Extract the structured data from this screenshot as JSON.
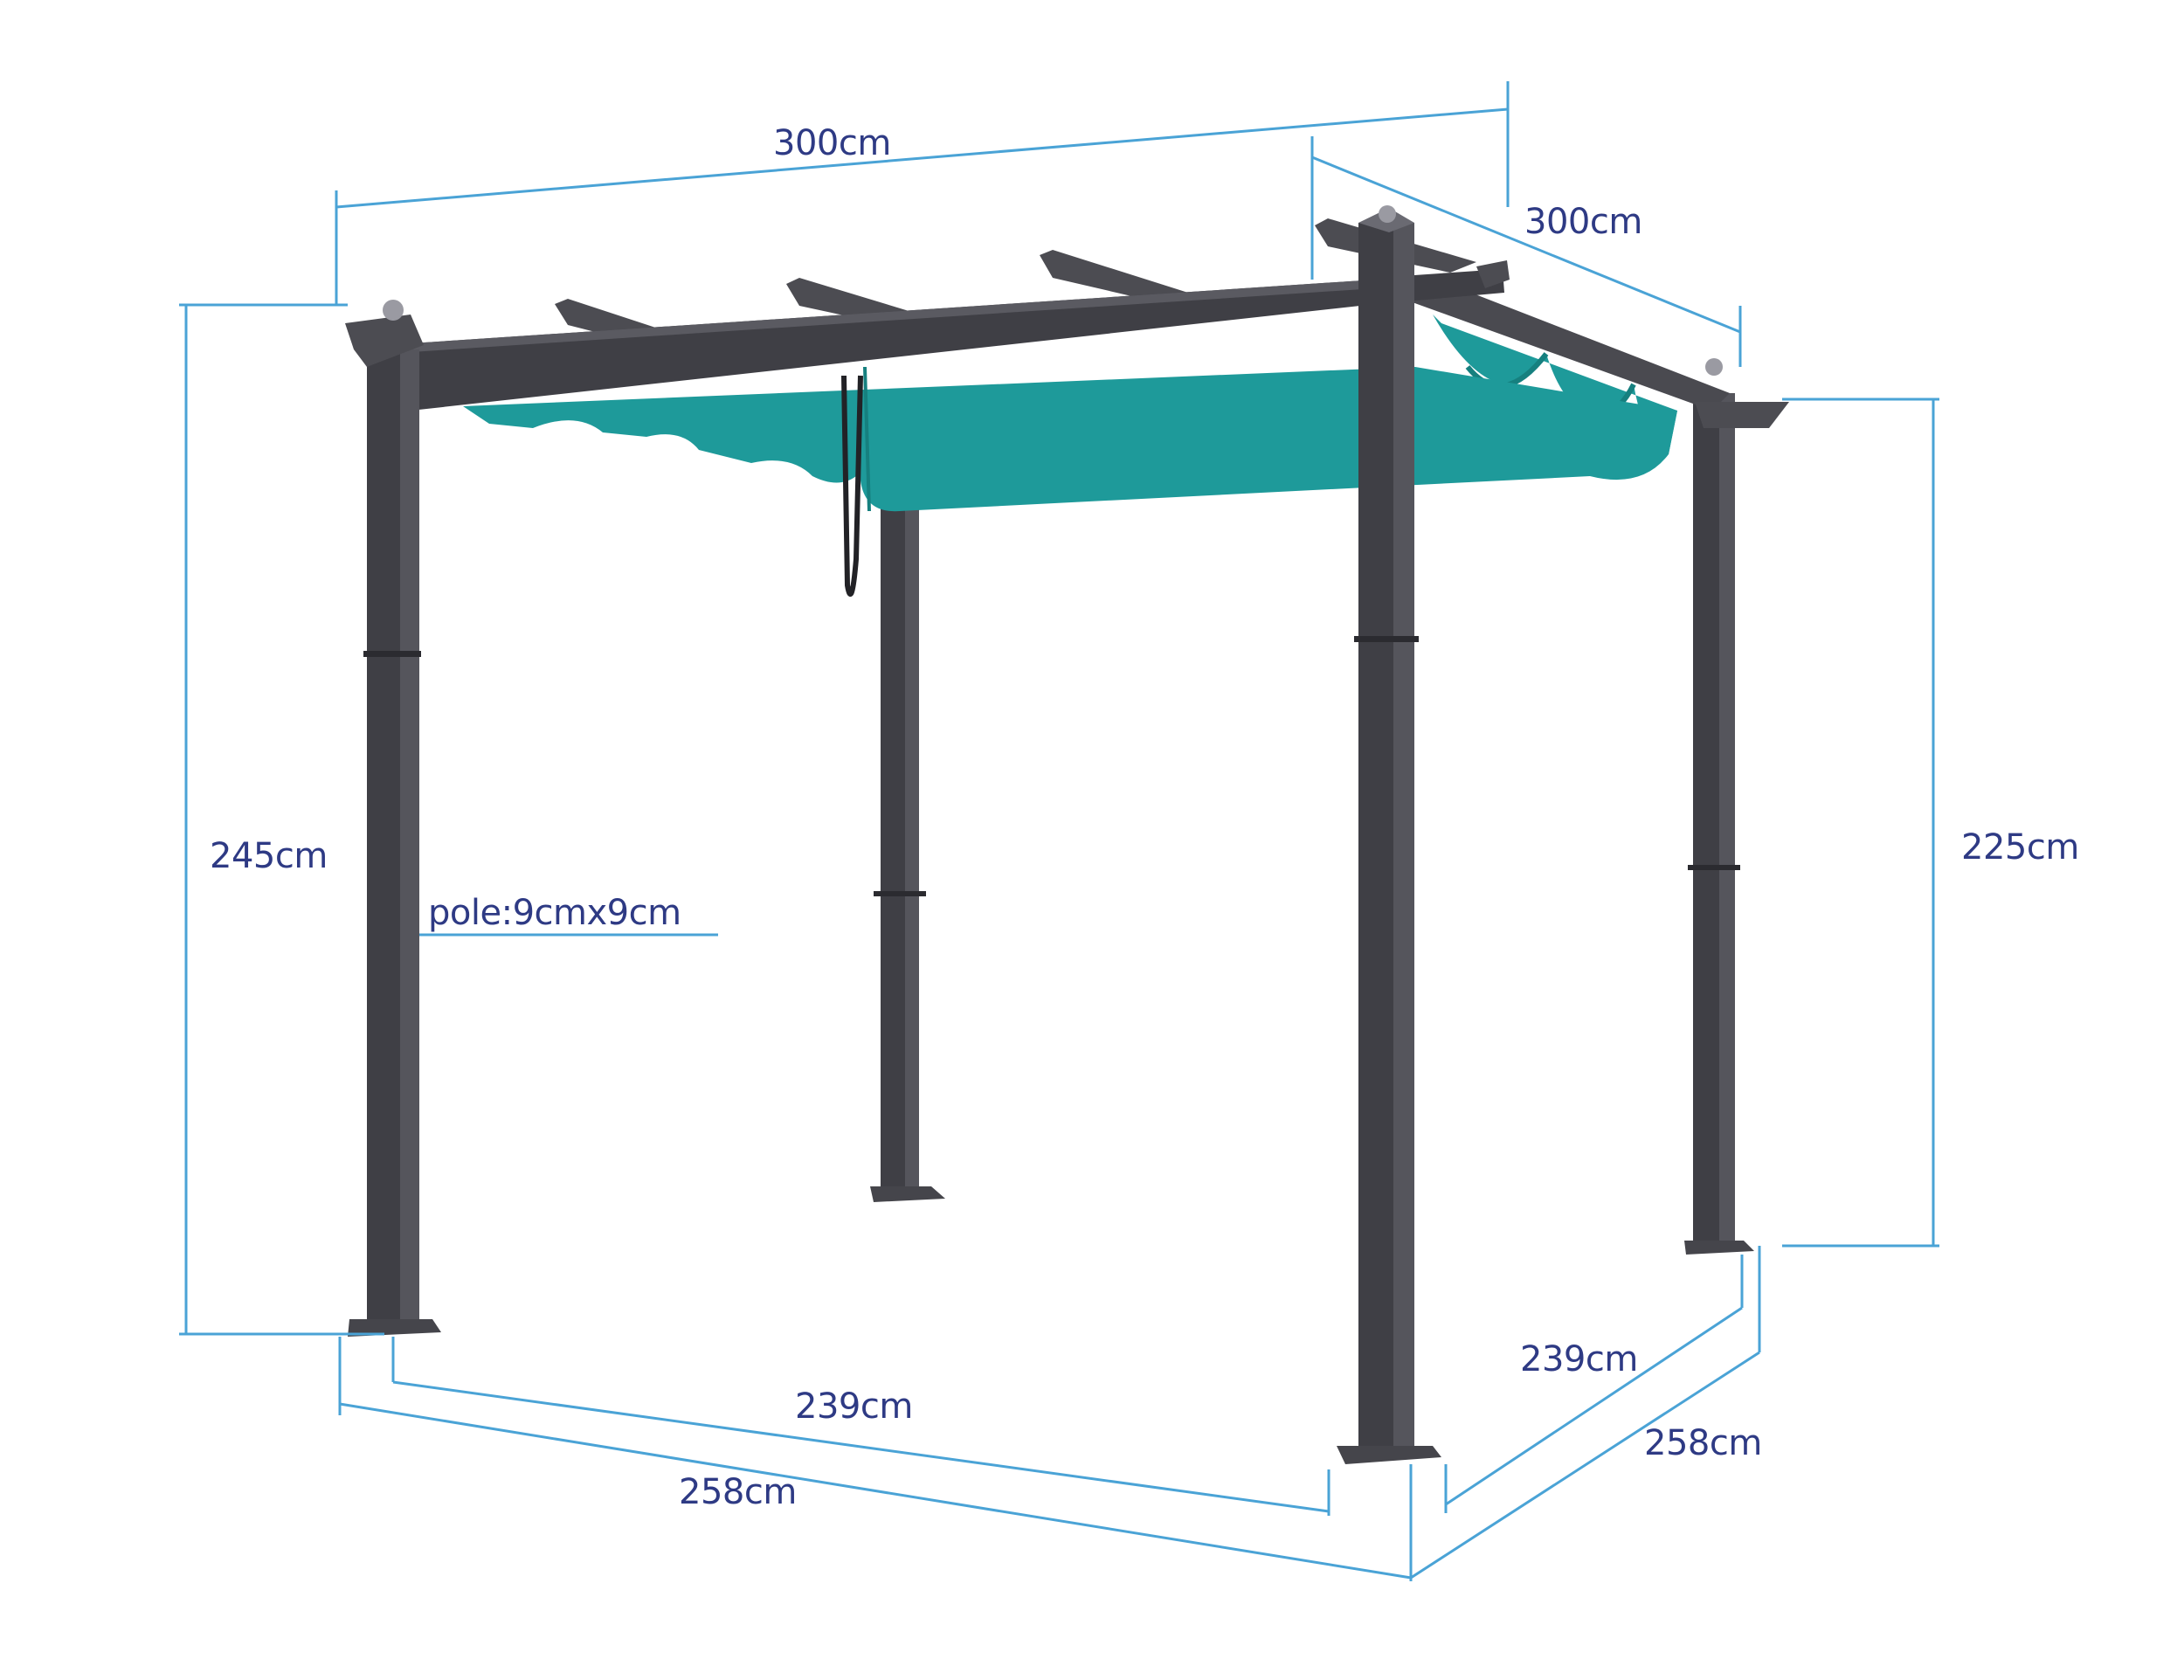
{
  "diagram": {
    "subject": "Retractable canopy pergola with dimensions",
    "colors": {
      "dimension_line": "#4aa3d6",
      "dimension_text": "#2e3a84",
      "frame": "#3f3f45",
      "frame_light": "#5a5a61",
      "frame_dark": "#2b2b30",
      "canopy": "#1e9a9a",
      "canopy_dark": "#16807f",
      "background": "#ffffff"
    },
    "labels": {
      "top_width": "300cm",
      "top_depth": "300cm",
      "left_height": "245cm",
      "right_height": "225cm",
      "pole_size": "pole:9cmx9cm",
      "front_inner": "239cm",
      "front_outer": "258cm",
      "side_inner": "239cm",
      "side_outer": "258cm"
    }
  }
}
